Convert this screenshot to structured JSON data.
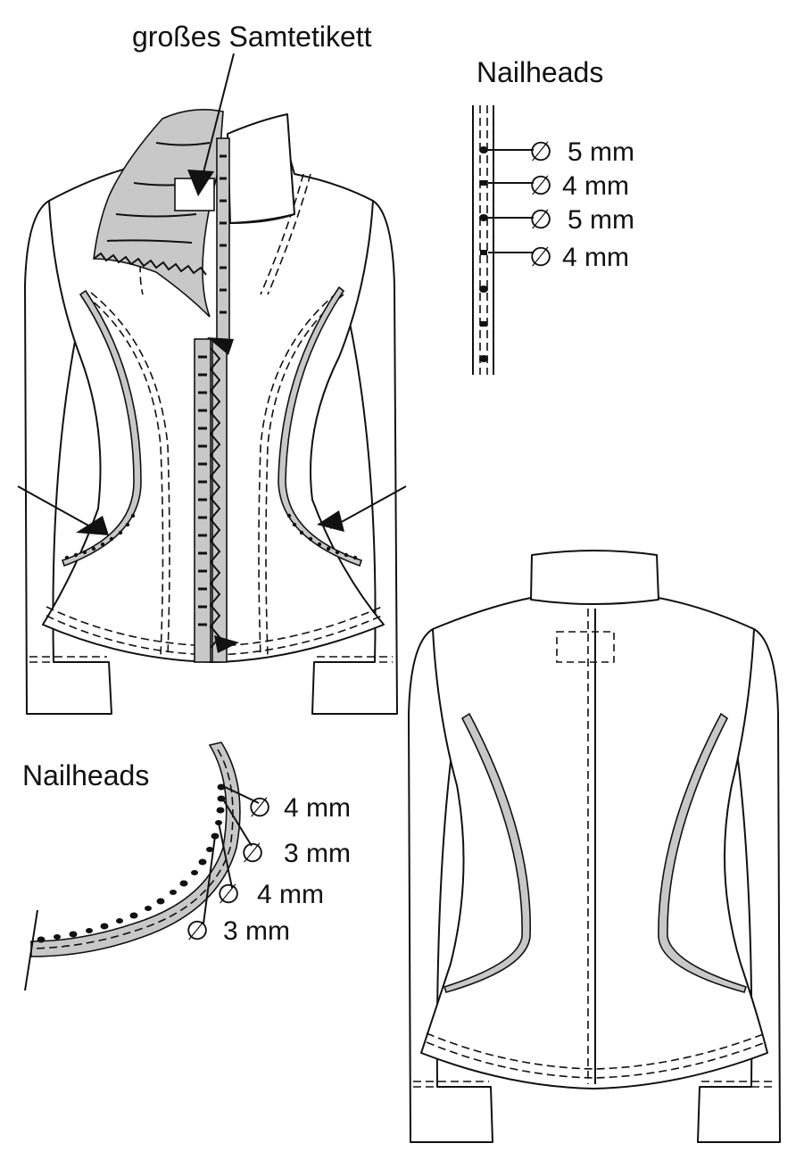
{
  "labels": {
    "velvet_label": "großes Samtetikett",
    "nailheads_top": "Nailheads",
    "nailheads_bottom": "Nailheads"
  },
  "nailheads_top_sizes": [
    "5 mm",
    "4 mm",
    "5 mm",
    "4 mm"
  ],
  "nailheads_bottom_sizes": [
    "4 mm",
    "3 mm",
    "4 mm",
    "3 mm"
  ],
  "diameter_symbol": "∅",
  "colors": {
    "line": "#111111",
    "trim": "#c8c8c8",
    "background": "#ffffff"
  }
}
